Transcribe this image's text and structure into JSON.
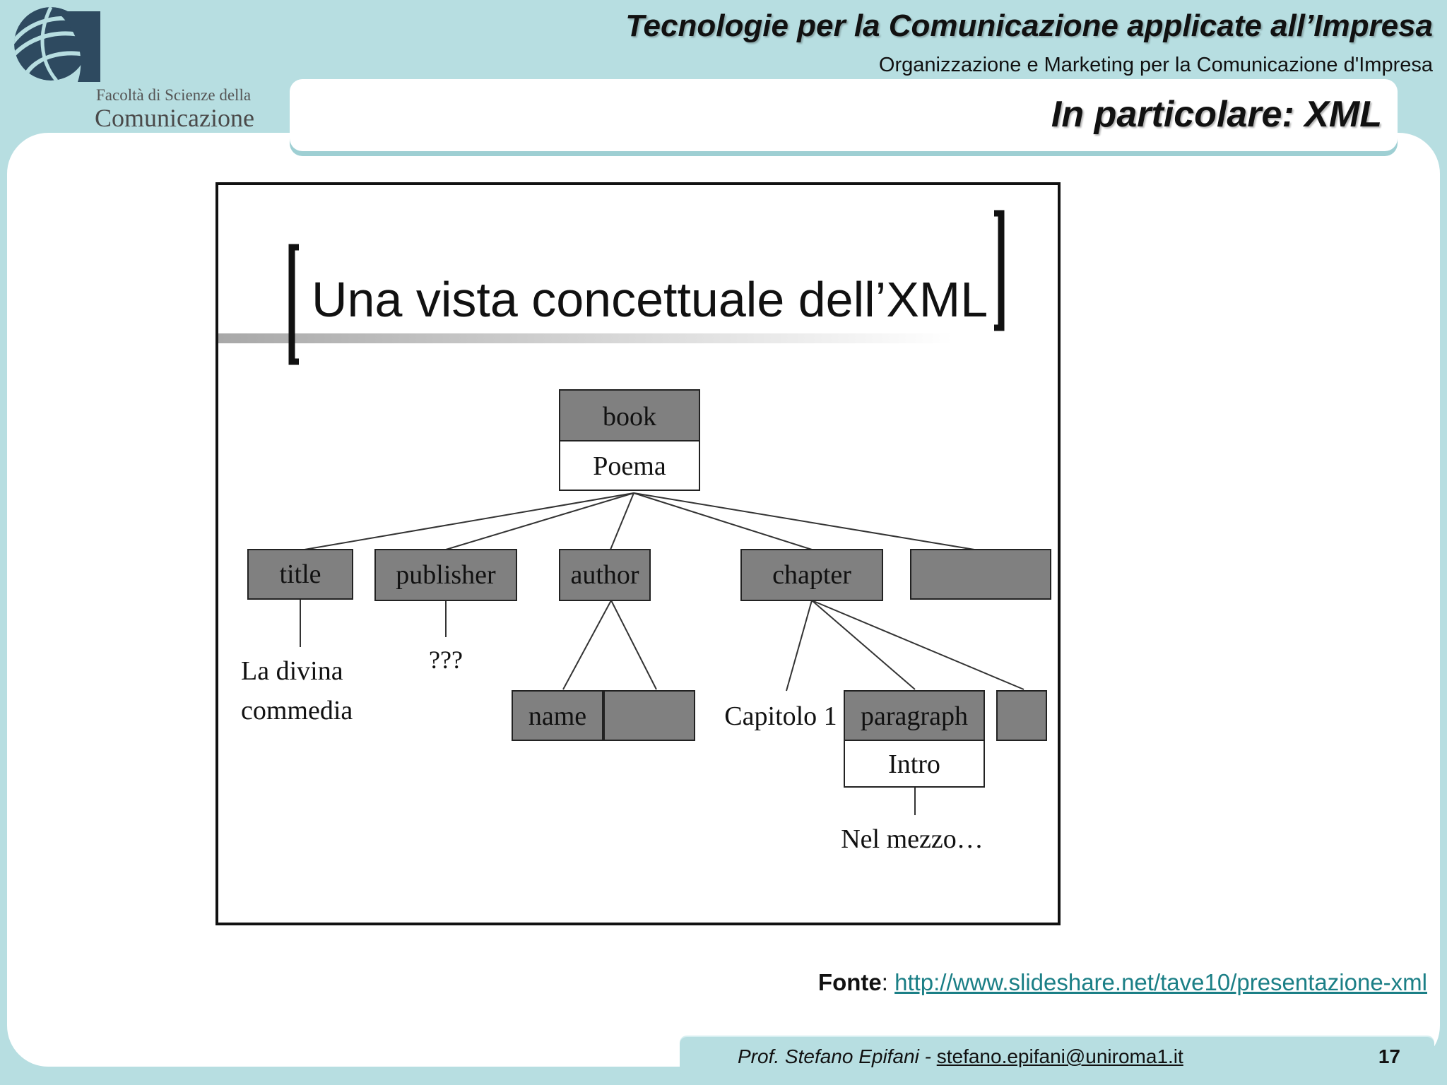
{
  "header": {
    "logo": {
      "line1": "Facoltà di Scienze della",
      "line2": "Comunicazione"
    },
    "course_title": "Tecnologie per la Comunicazione applicate all’Impresa",
    "course_subtitle": "Organizzazione e Marketing per la Comunicazione d'Impresa"
  },
  "slide": {
    "title": "In particolare: XML"
  },
  "figure": {
    "heading": "Una vista concettuale dell’XML",
    "nodes": {
      "book": "book",
      "book_value": "Poema",
      "title": "title",
      "title_value_line1": "La divina",
      "title_value_line2": "commedia",
      "publisher": "publisher",
      "publisher_value": "???",
      "author": "author",
      "name": "name",
      "chapter": "chapter",
      "chapter_value": "Capitolo 1",
      "paragraph": "paragraph",
      "paragraph_value": "Intro",
      "paragraph_text": "Nel mezzo…"
    }
  },
  "source": {
    "label": "Fonte",
    "separator": ": ",
    "url": "http://www.slideshare.net/tave10/presentazione-xml"
  },
  "footer": {
    "author": "Prof. Stefano Epifani",
    "separator": " - ",
    "email": "stefano.epifani@uniroma1.it",
    "page_number": "17"
  },
  "colors": {
    "background": "#b7dee1",
    "node_fill": "#808080",
    "link": "#1b7f86"
  }
}
